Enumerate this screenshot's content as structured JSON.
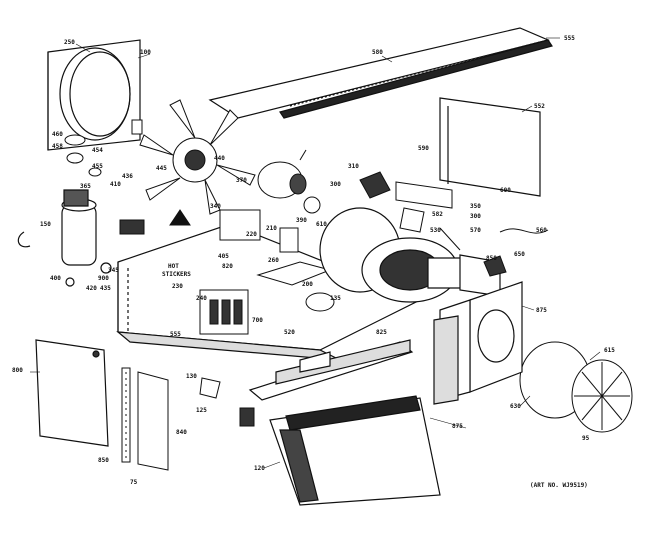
{
  "diagram": {
    "caption": "(ART NO. WJ9519)",
    "callouts": {
      "c250": "250",
      "c100": "100",
      "c555": "555",
      "c580": "580",
      "c552": "552",
      "c460": "460",
      "c458": "458",
      "c454": "454",
      "c455": "455",
      "c440": "440",
      "c436": "436",
      "c590": "590",
      "c310": "310",
      "c560": "560",
      "c582": "582",
      "c570": "570",
      "c300": "300",
      "c350": "350",
      "c300b": "300",
      "c600": "600",
      "c340": "340",
      "c530": "530",
      "c390": "390",
      "c150": "150",
      "c405": "405",
      "c820": "820",
      "c230": "230",
      "c240": "240",
      "c850": "850",
      "c345": "345",
      "c900": "900",
      "c825": "825",
      "c520": "520",
      "c555b": "555",
      "c800": "800",
      "c840": "840",
      "c850b": "850",
      "c630": "630",
      "c615": "615",
      "c95": "95",
      "c120": "120",
      "c75": "75",
      "c875": "875",
      "c875b": "875",
      "c365": "365",
      "c410": "410",
      "c445": "445",
      "c370": "370",
      "c435": "435",
      "c420": "420",
      "c400": "400",
      "c700": "700",
      "c125": "125",
      "c130": "130",
      "c200": "200",
      "c210": "210",
      "c220": "220",
      "c135": "135",
      "c260": "260",
      "c610": "610",
      "c650": "650",
      "label_hot": "HOT",
      "label_stickers": "STICKERS"
    }
  }
}
